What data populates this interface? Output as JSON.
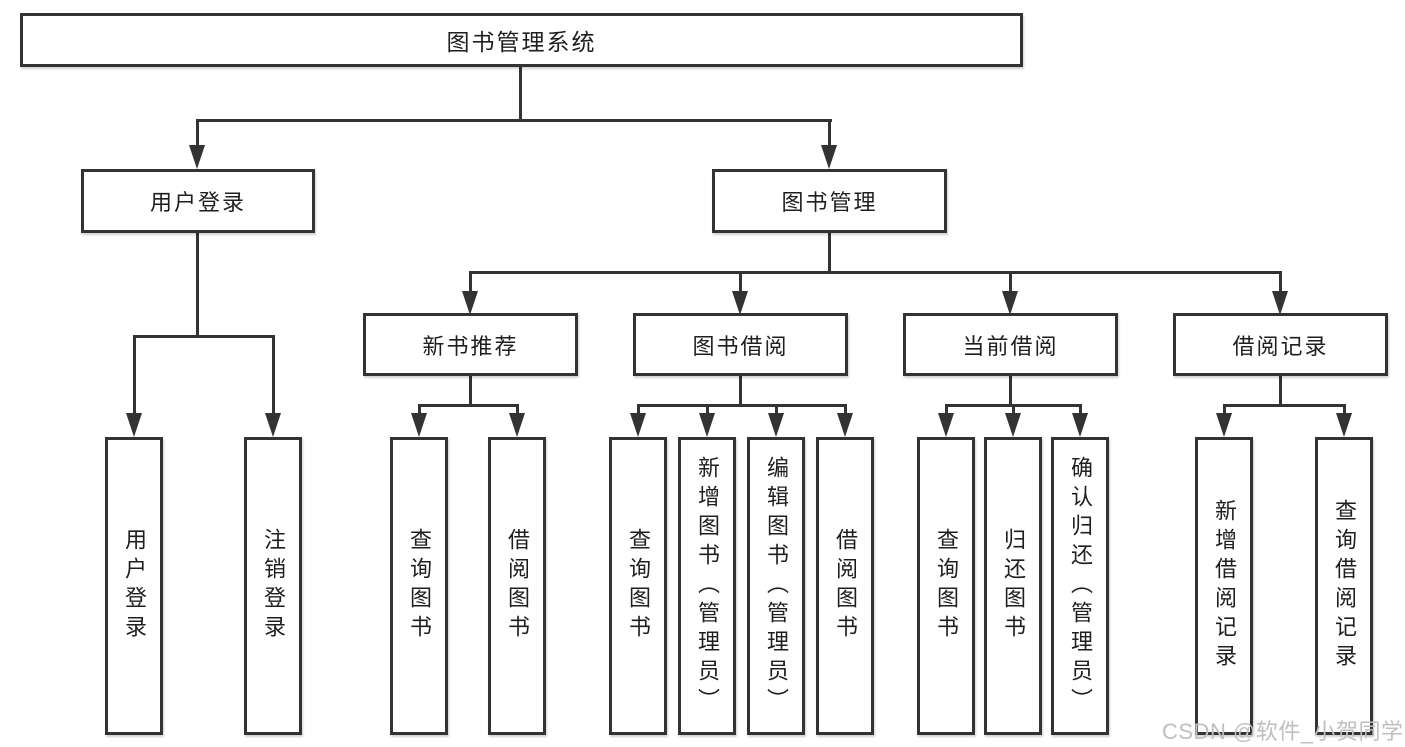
{
  "diagram": {
    "root": {
      "label": "图书管理系统"
    },
    "branches": [
      {
        "label": "用户登录",
        "children": [
          {
            "label": "用户登录"
          },
          {
            "label": "注销登录"
          }
        ]
      },
      {
        "label": "图书管理",
        "children": [
          {
            "label": "新书推荐",
            "children": [
              {
                "label": "查询图书"
              },
              {
                "label": "借阅图书"
              }
            ]
          },
          {
            "label": "图书借阅",
            "children": [
              {
                "label": "查询图书"
              },
              {
                "label": "新增图书（管理员）"
              },
              {
                "label": "编辑图书（管理员）"
              },
              {
                "label": "借阅图书"
              }
            ]
          },
          {
            "label": "当前借阅",
            "children": [
              {
                "label": "查询图书"
              },
              {
                "label": "归还图书"
              },
              {
                "label": "确认归还（管理员）"
              }
            ]
          },
          {
            "label": "借阅记录",
            "children": [
              {
                "label": "新增借阅记录"
              },
              {
                "label": "查询借阅记录"
              }
            ]
          }
        ]
      }
    ],
    "watermark": "CSDN @软件_小贺同学",
    "colors": {
      "line": "#333333",
      "text": "#1f1f1f",
      "watermark": "#bfbfbf",
      "background": "#ffffff"
    }
  }
}
